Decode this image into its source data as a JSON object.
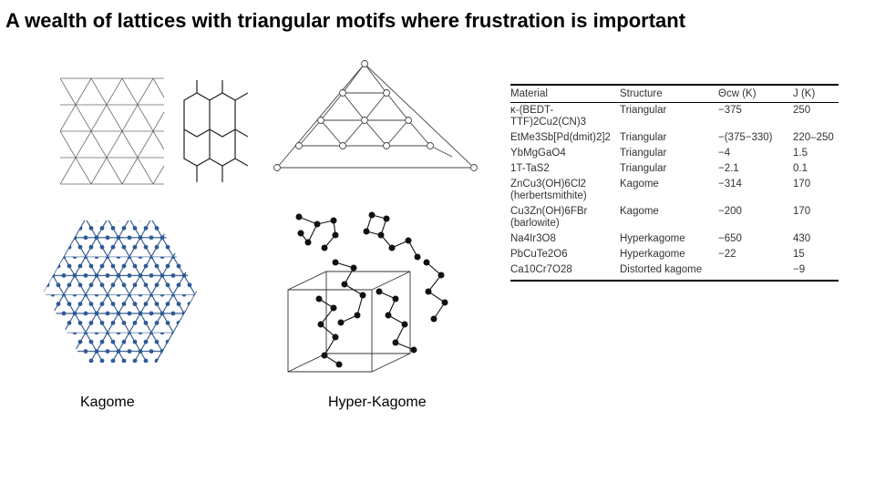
{
  "title": "A wealth of lattices with triangular motifs where frustration is important",
  "captions": {
    "kagome": "Kagome",
    "hyper_kagome": "Hyper-Kagome"
  },
  "table": {
    "headers": [
      "Material",
      "Structure",
      "Θcw (K)",
      "J (K)"
    ],
    "rows": [
      {
        "material": "κ-(BEDT-TTF)2Cu2(CN)3",
        "structure": "Triangular",
        "theta": "−375",
        "j": "250"
      },
      {
        "material": "EtMe3Sb[Pd(dmit)2]2",
        "structure": "Triangular",
        "theta": "−(375−330)",
        "j": "220–250"
      },
      {
        "material": "YbMgGaO4",
        "structure": "Triangular",
        "theta": "−4",
        "j": "1.5"
      },
      {
        "material": "1T-TaS2",
        "structure": "Triangular",
        "theta": "−2.1",
        "j": "0.1"
      },
      {
        "material": "ZnCu3(OH)6Cl2 (herbertsmithite)",
        "structure": "Kagome",
        "theta": "−314",
        "j": "170"
      },
      {
        "material": "Cu3Zn(OH)6FBr (barlowite)",
        "structure": "Kagome",
        "theta": "−200",
        "j": "170"
      },
      {
        "material": "Na4Ir3O8",
        "structure": "Hyperkagome",
        "theta": "−650",
        "j": "430"
      },
      {
        "material": "PbCuTe2O6",
        "structure": "Hyperkagome",
        "theta": "−22",
        "j": "15"
      },
      {
        "material": "Ca10Cr7O28",
        "structure": "Distorted kagome",
        "theta": "",
        "j": "−9"
      }
    ]
  }
}
